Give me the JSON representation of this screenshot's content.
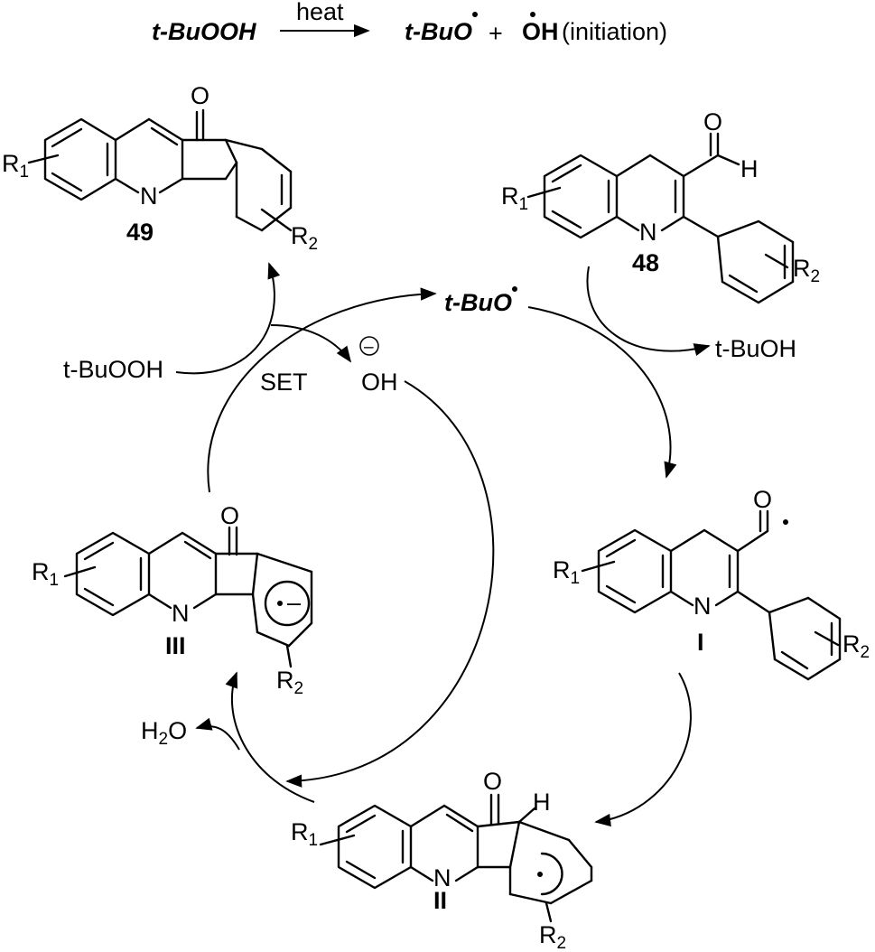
{
  "initiation": {
    "reactant": "t-BuOOH",
    "arrow_label": "heat",
    "product_radical": "t-BuO",
    "plus": "+",
    "hydroxyl_radical": "OH",
    "note": "(initiation)"
  },
  "compounds": {
    "c49": {
      "number": "49",
      "r1": "R",
      "r1_sub": "1",
      "r2": "R",
      "r2_sub": "2",
      "n": "N",
      "o": "O"
    },
    "c48": {
      "number": "48",
      "r1": "R",
      "r1_sub": "1",
      "r2": "R",
      "r2_sub": "2",
      "n": "N",
      "o": "O",
      "h": "H"
    },
    "cI": {
      "number": "I",
      "r1": "R",
      "r1_sub": "1",
      "r2": "R",
      "r2_sub": "2",
      "n": "N",
      "o": "O"
    },
    "cII": {
      "number": "II",
      "r1": "R",
      "r1_sub": "1",
      "r2": "R",
      "r2_sub": "2",
      "n": "N",
      "o": "O",
      "h": "H"
    },
    "cIII": {
      "number": "III",
      "r1": "R",
      "r1_sub": "1",
      "r2": "R",
      "r2_sub": "2",
      "n": "N",
      "o": "O",
      "charge": "–"
    }
  },
  "cycle": {
    "tbuo_radical": "t-BuO",
    "tbuooh": "t-BuOOH",
    "set": "SET",
    "hydroxide": "OH",
    "hydroxide_charge": "–",
    "tbuoh": "t-BuOH",
    "water": "H",
    "water_sub": "2",
    "water_o": "O"
  }
}
